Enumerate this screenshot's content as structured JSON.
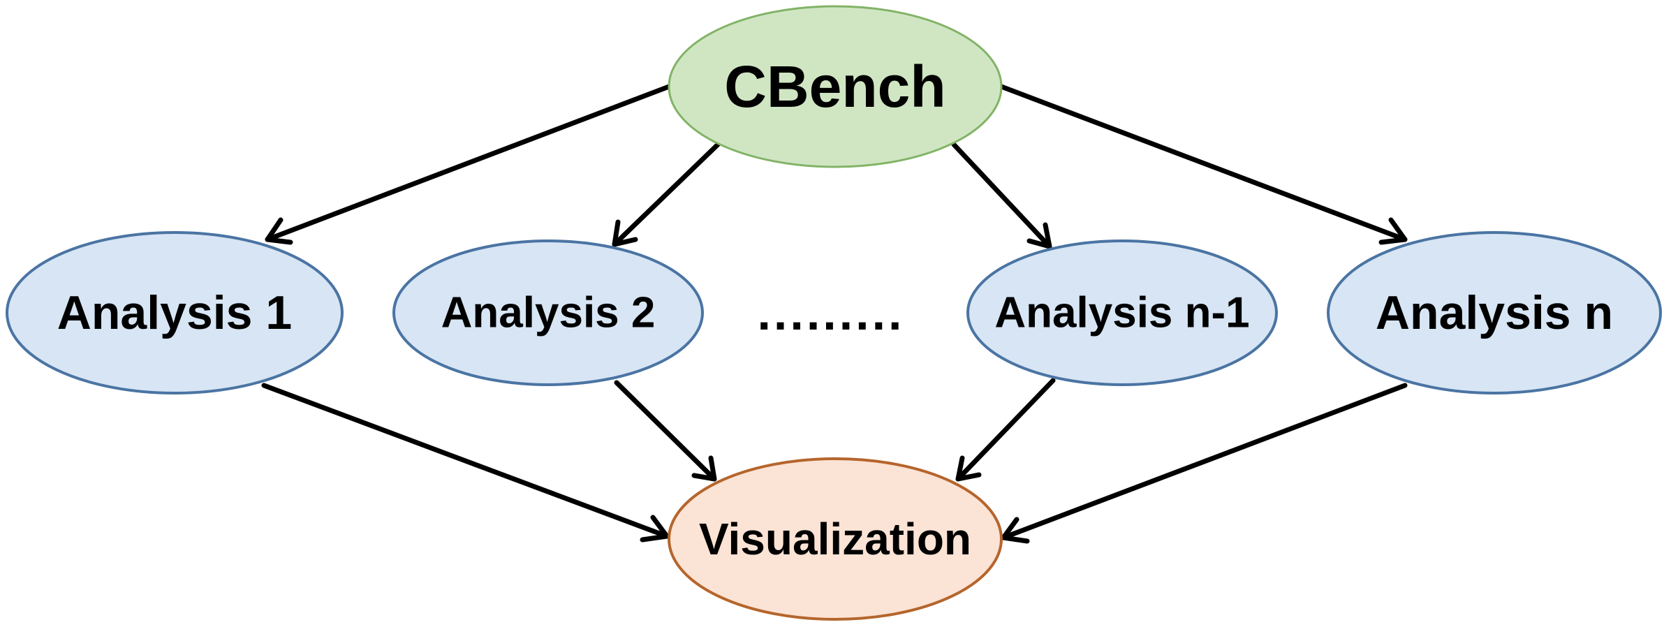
{
  "diagram": {
    "nodes": [
      {
        "id": "cbench",
        "label": "CBench",
        "fill": "#d0e6c3",
        "stroke": "#82b366"
      },
      {
        "id": "analysis1",
        "label": "Analysis 1",
        "fill": "#d7e5f4",
        "stroke": "#4a74a3"
      },
      {
        "id": "analysis2",
        "label": "Analysis 2",
        "fill": "#d7e5f4",
        "stroke": "#4a74a3"
      },
      {
        "id": "ellipsis",
        "label": "........."
      },
      {
        "id": "analysisn1",
        "label": "Analysis n-1",
        "fill": "#d7e5f4",
        "stroke": "#4a74a3"
      },
      {
        "id": "analysisn",
        "label": "Analysis n",
        "fill": "#d7e5f4",
        "stroke": "#4a74a3"
      },
      {
        "id": "visualization",
        "label": "Visualization",
        "fill": "#fbe3d5",
        "stroke": "#b5652c"
      }
    ],
    "edges": [
      {
        "from": "cbench",
        "to": "analysis1"
      },
      {
        "from": "cbench",
        "to": "analysis2"
      },
      {
        "from": "cbench",
        "to": "analysisn1"
      },
      {
        "from": "cbench",
        "to": "analysisn"
      },
      {
        "from": "analysis1",
        "to": "visualization"
      },
      {
        "from": "analysis2",
        "to": "visualization"
      },
      {
        "from": "analysisn1",
        "to": "visualization"
      },
      {
        "from": "analysisn",
        "to": "visualization"
      }
    ]
  }
}
